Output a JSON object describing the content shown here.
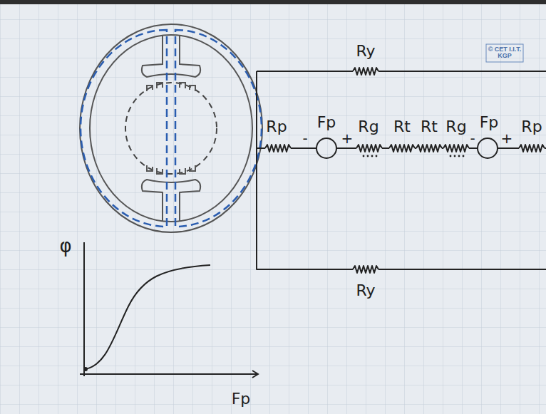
{
  "diagram": {
    "labels": [
      "© CET I.I.T. KGP",
      "Ry",
      "Rp",
      "-",
      "Fp",
      "+",
      "Rg",
      "Rt",
      "Rt",
      "Rg",
      "-",
      "Fp",
      "+",
      "Rp",
      "Ry",
      "φ",
      "Fp"
    ]
  }
}
